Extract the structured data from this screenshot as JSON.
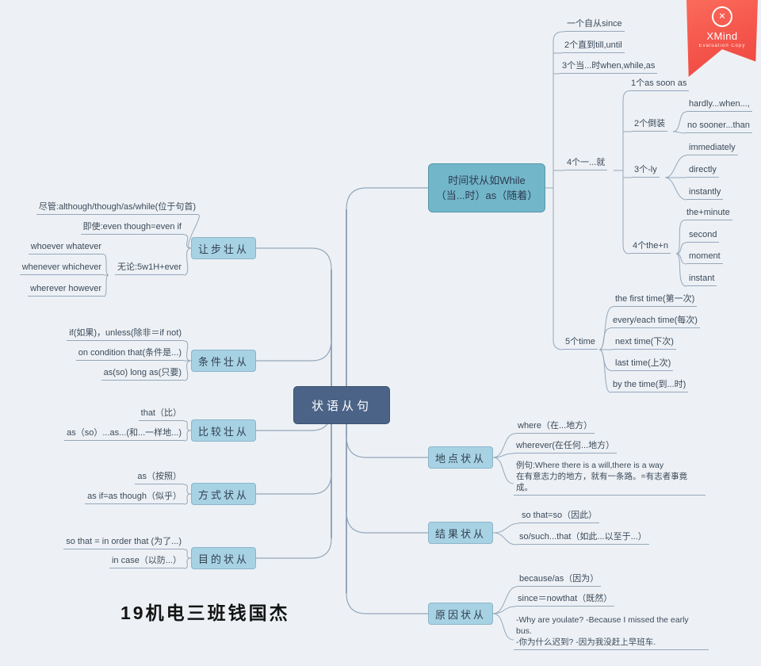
{
  "root": {
    "label": "状语从句"
  },
  "signature": "19机电三班钱国杰",
  "brand": {
    "name": "XMind",
    "tagline": "Evaluation Copy",
    "close": "✕"
  },
  "colors": {
    "background": "#edf1f5",
    "center_bg": "#4b6386",
    "branch_bg": "#a7d2e4",
    "time_bg": "#72b6ca",
    "line": "#95a7bb",
    "ribbon": "#f4544a"
  },
  "left": {
    "concession": {
      "label": "让步壮从",
      "although": "尽管:although/though/as/while(位于句首)",
      "even_if": "即使:even though=even if",
      "wulun": "无论:5w1H+ever",
      "whoever": "whoever   whatever",
      "whenever": "whenever   whichever",
      "wherever": "wherever   however"
    },
    "condition": {
      "label": "条件壮从",
      "if_unless": "if(如果)，unless(除非＝if not)",
      "on_condition": "on condition that(条件是...)",
      "as_long_as": "as(so) long as(只要)"
    },
    "comparison": {
      "label": "比较壮从",
      "that": "that（比）",
      "as_as": "as（so）...as...(和...一样地...)"
    },
    "manner": {
      "label": "方式状从",
      "as": "as（按照）",
      "as_if": "as if=as though（似乎）"
    },
    "purpose": {
      "label": "目的状从",
      "so_that": "so that = in order that (为了...)",
      "in_case": "in case（以防...）"
    }
  },
  "right": {
    "time": {
      "label_line1": "时间状从如While",
      "label_line2": "（当...时）as（随着）",
      "since": "一个自从since",
      "till": "2个直到till,until",
      "when": "3个当...时when,while,as",
      "four": "4个一...就",
      "four_1": "1个as soon as",
      "four_2": "2个倒装",
      "four_2a": "hardly...when...,",
      "four_2b": "no sooner...than",
      "four_3": "3个-ly",
      "four_3a": "immediately",
      "four_3b": "directly",
      "four_3c": "instantly",
      "four_4": "4个the+n",
      "four_4a": "the+minute",
      "four_4b": "second",
      "four_4c": "moment",
      "four_4d": "instant",
      "five": "5个time",
      "five_a": "the first time(第一次)",
      "five_b": "every/each  time(每次)",
      "five_c": "next  time(下次)",
      "five_d": "last time(上次)",
      "five_e": "by the time(到...时)"
    },
    "place": {
      "label": "地点状从",
      "where": "where（在...地方）",
      "wherever": "wherever(在任何...地方）",
      "example_1": "例句:Where there is a will,there is a way",
      "example_2": "在有意志力的地方，就有一条路。=有志者事竟成。"
    },
    "result": {
      "label": "结果状从",
      "so_that": "so that=so（因此）",
      "so_such": "so/such...that（如此...以至于...）"
    },
    "reason": {
      "label": "原因状从",
      "because": "because/as（因为）",
      "since_nowthat": "since＝nowthat（既然）",
      "example_1": "-Why are youlate?  -Because I missed  the early  bus.",
      "example_2": "-你为什么迟到?  -因为我没赶上早班车."
    }
  }
}
